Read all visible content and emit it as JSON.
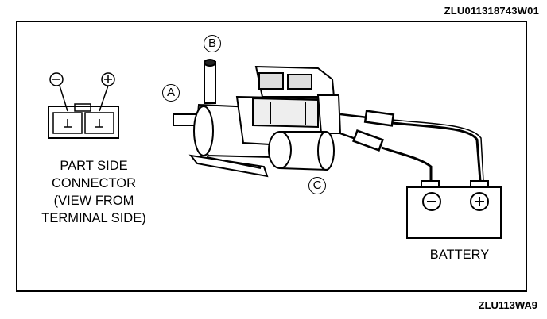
{
  "figure_code_top": "ZLU011318743W01",
  "figure_code_bottom": "ZLU113WA9",
  "connector_caption": [
    "PART SIDE",
    "CONNECTOR",
    "(VIEW FROM",
    "TERMINAL SIDE)"
  ],
  "connector_terminals": {
    "negative": "⊖",
    "positive": "⊕"
  },
  "port_labels": {
    "a": "A",
    "b": "B",
    "c": "C"
  },
  "battery": {
    "label": "BATTERY",
    "negative": "⊖",
    "positive": "⊕"
  }
}
